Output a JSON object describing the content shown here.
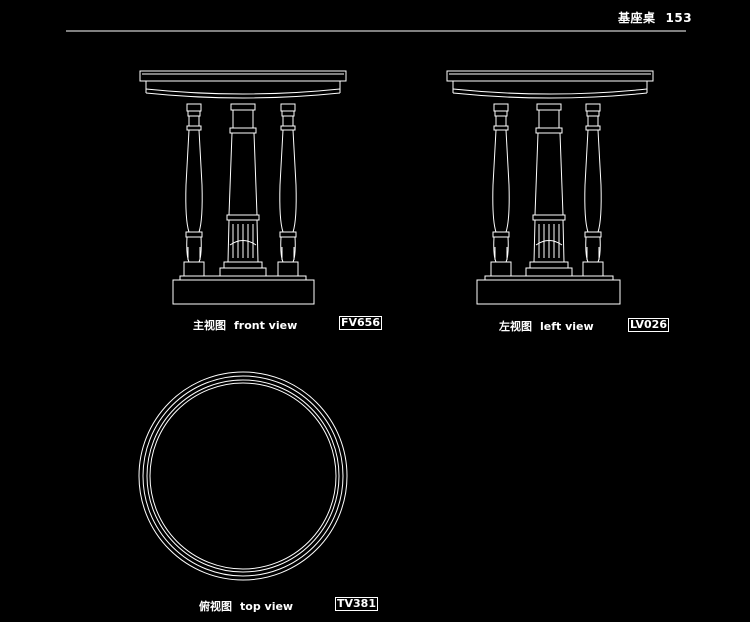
{
  "header": {
    "title": "基座桌",
    "page_number": "153"
  },
  "views": [
    {
      "id": "front",
      "label_zh": "主视图",
      "label_en": "front view",
      "code": "FV656"
    },
    {
      "id": "left",
      "label_zh": "左视图",
      "label_en": "left view",
      "code": "LV026"
    },
    {
      "id": "top",
      "label_zh": "俯视图",
      "label_en": "top view",
      "code": "TV381"
    }
  ],
  "colors": {
    "background": "#000000",
    "linework": "#ffffff"
  }
}
